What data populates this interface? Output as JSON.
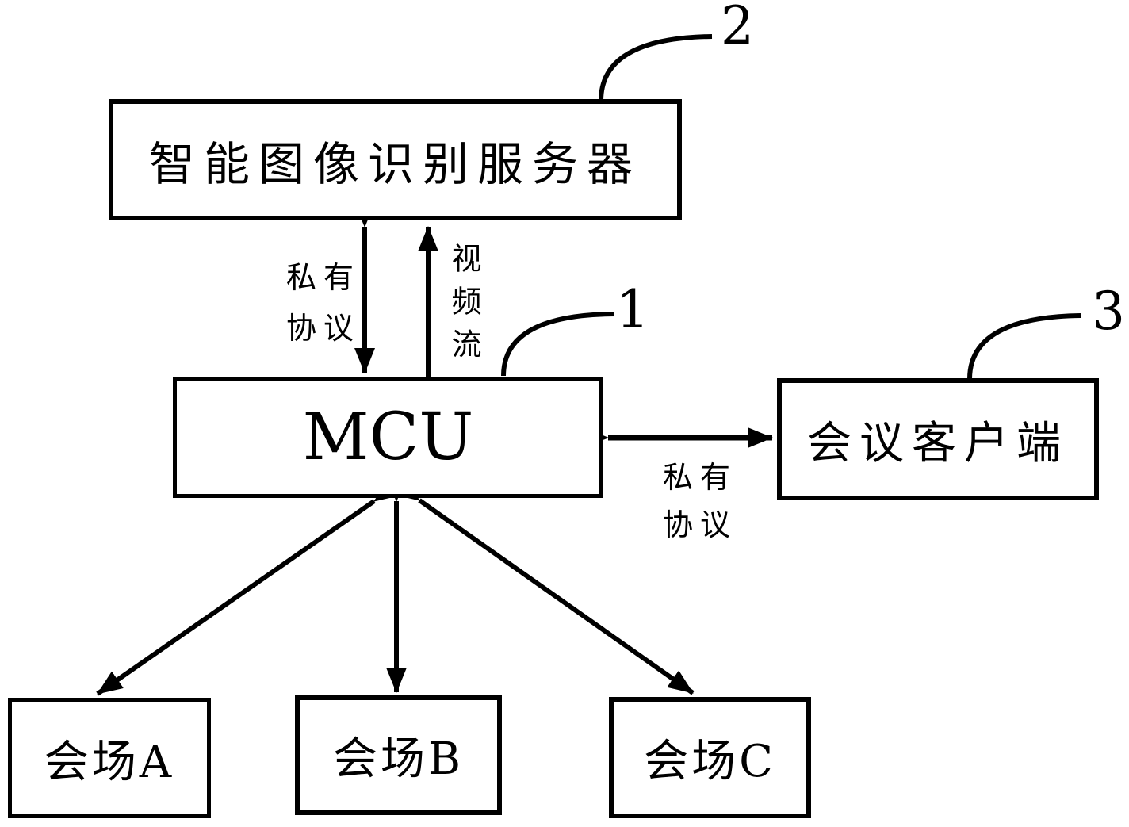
{
  "figure": {
    "background_color": "#ffffff",
    "line_color": "#000000",
    "nodes": {
      "server": {
        "label": "智能图像识别服务器",
        "ref": "2"
      },
      "mcu": {
        "label": "MCU",
        "ref": "1"
      },
      "client": {
        "label": "会议客户端",
        "ref": "3"
      },
      "venue_a": {
        "label": "会场A"
      },
      "venue_b": {
        "label": "会场B"
      },
      "venue_c": {
        "label": "会场C"
      }
    },
    "edges": {
      "mcu_server_protocol": {
        "label_line1": "私有",
        "label_line2": "协议"
      },
      "mcu_server_video": {
        "label": "视频流"
      },
      "mcu_client_protocol": {
        "label_line1": "私有",
        "label_line2": "协议"
      }
    }
  }
}
